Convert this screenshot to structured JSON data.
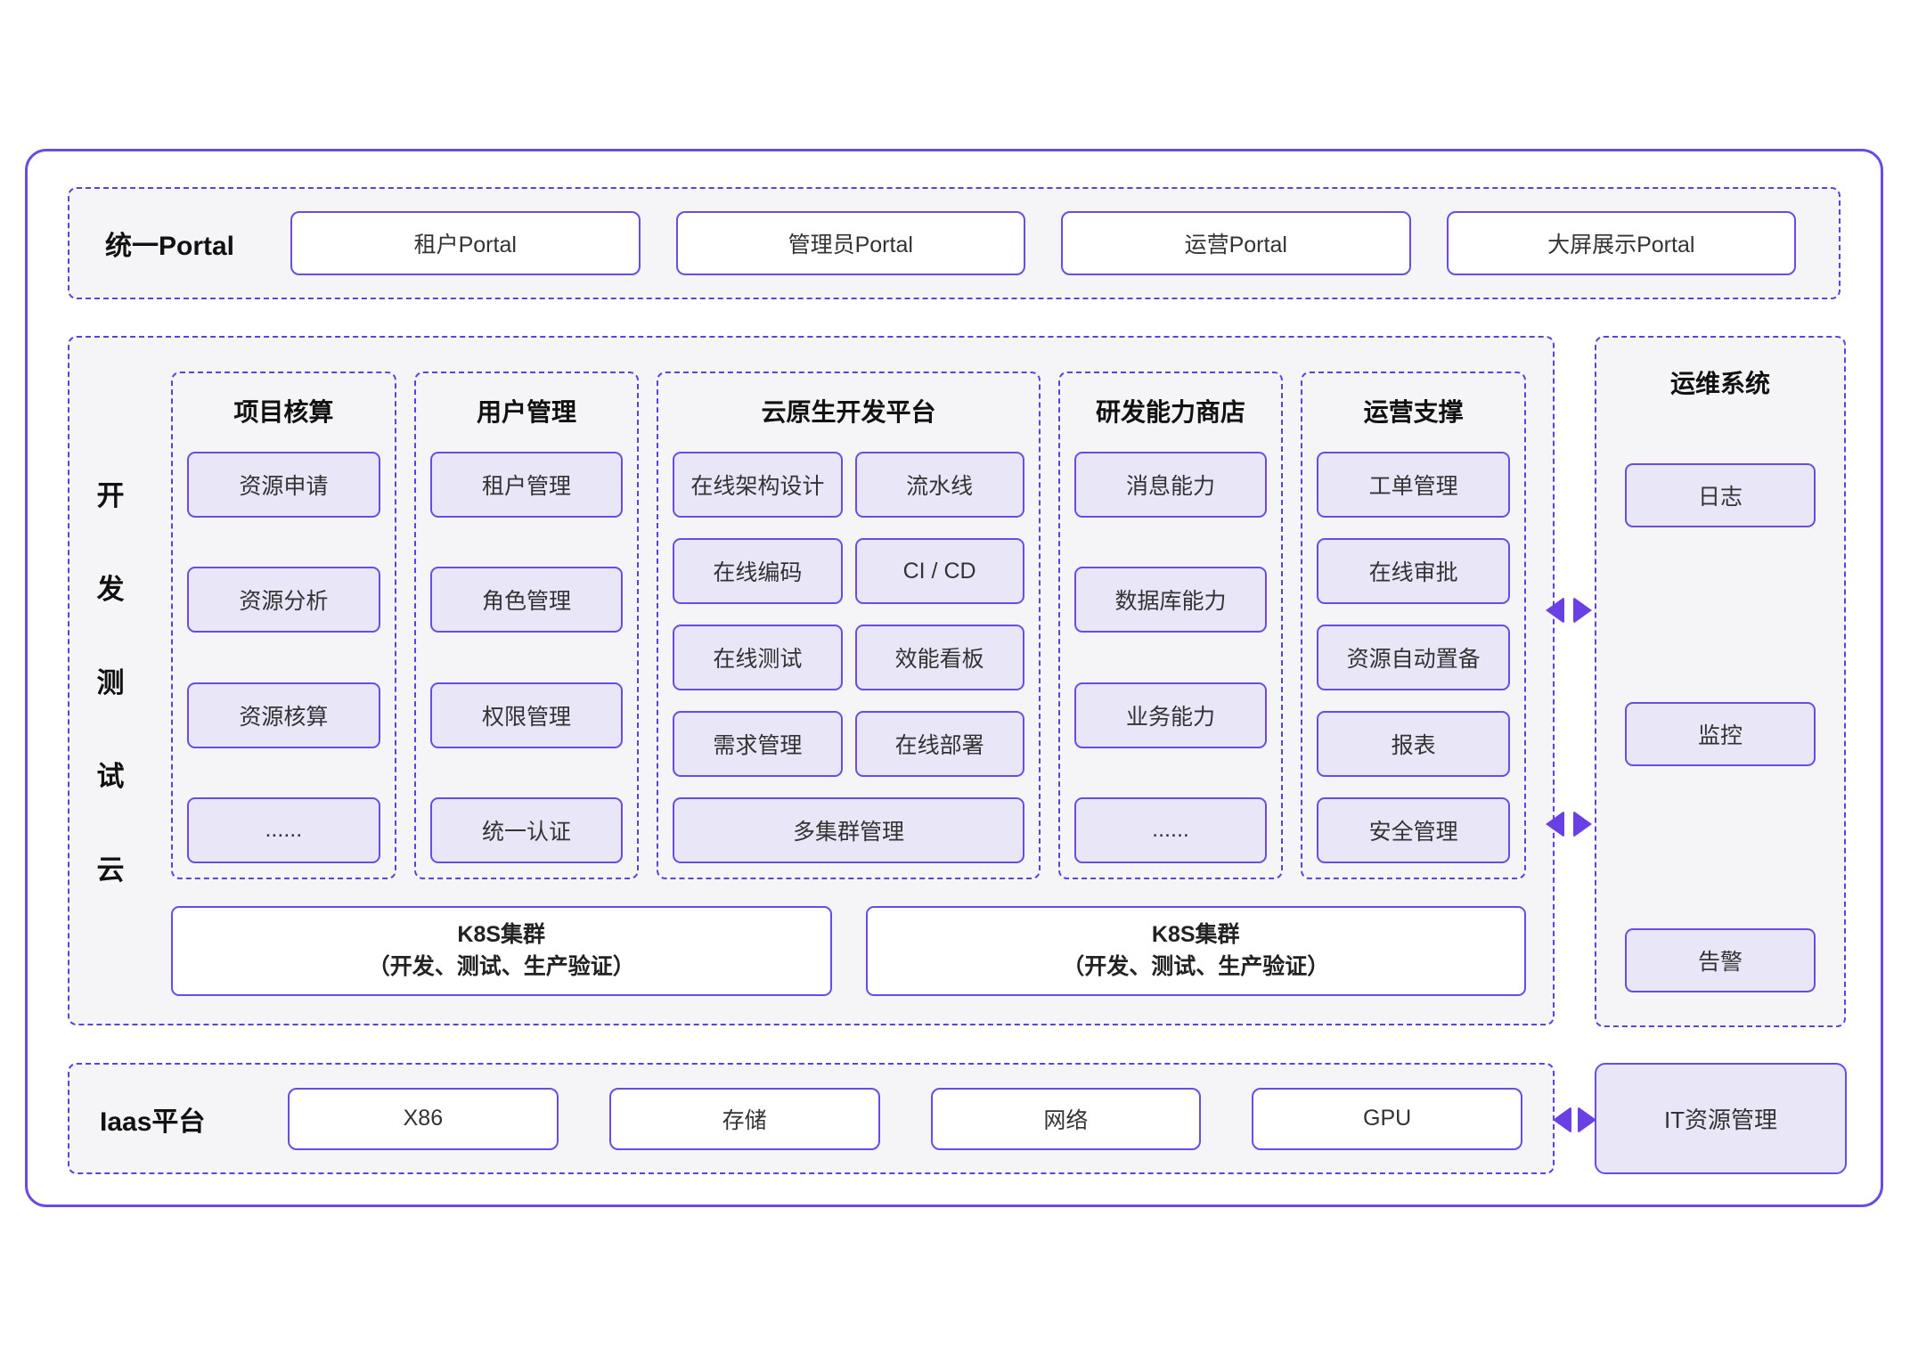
{
  "colors": {
    "accent_solid": "#6b4be4",
    "accent_dashed": "#5a44d8",
    "arrow": "#6940e4",
    "box_fill": "#e9e6f8",
    "section_bg": "#f5f5f8",
    "white_box_fill": "#ffffff",
    "text": "#333333",
    "title_text": "#111111"
  },
  "portal": {
    "title": "统一Portal",
    "items": [
      "租户Portal",
      "管理员Portal",
      "运营Portal",
      "大屏展示Portal"
    ]
  },
  "dev_cloud": {
    "vertical_label": "开发测试云",
    "vertical_label_chars": [
      "开",
      "发",
      "测",
      "试",
      "云"
    ],
    "columns": [
      {
        "title": "项目核算",
        "items": [
          "资源申请",
          "资源分析",
          "资源核算",
          "......"
        ]
      },
      {
        "title": "用户管理",
        "items": [
          "租户管理",
          "角色管理",
          "权限管理",
          "统一认证"
        ]
      },
      {
        "title": "云原生开发平台",
        "grid_items": [
          "在线架构设计",
          "流水线",
          "在线编码",
          "CI / CD",
          "在线测试",
          "效能看板",
          "需求管理",
          "在线部署"
        ],
        "full_item": "多集群管理"
      },
      {
        "title": "研发能力商店",
        "items": [
          "消息能力",
          "数据库能力",
          "业务能力",
          "......"
        ]
      },
      {
        "title": "运营支撑",
        "items": [
          "工单管理",
          "在线审批",
          "资源自动置备",
          "报表",
          "安全管理"
        ]
      }
    ],
    "k8s_clusters": [
      {
        "line1": "K8S集群",
        "line2": "（开发、测试、生产验证）"
      },
      {
        "line1": "K8S集群",
        "line2": "（开发、测试、生产验证）"
      }
    ]
  },
  "ops_system": {
    "title": "运维系统",
    "items": [
      "日志",
      "监控",
      "告警"
    ]
  },
  "iaas": {
    "title": "Iaas平台",
    "items": [
      "X86",
      "存储",
      "网络",
      "GPU"
    ],
    "it_management": "IT资源管理"
  }
}
